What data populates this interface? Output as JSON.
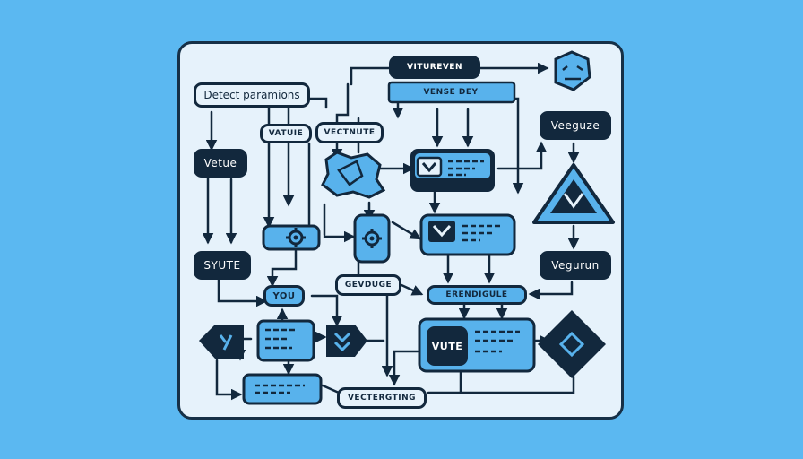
{
  "diagram": {
    "labels": {
      "detect": "Detect paramions",
      "vetue": "Vetue",
      "syute": "SYUTE",
      "vatuie": "VATUIE",
      "vectnute": "VECTNUTE",
      "vitureven": "VITUREVEN",
      "vense_dey": "VENSE DEY",
      "veeguze": "Veeguze",
      "vegurun": "Vegurun",
      "you": "YOU",
      "gevduge": "GEVDUGE",
      "erendigule": "ERENDIGULE",
      "vute": "VUTE",
      "vectergting": "VECTERGTING"
    },
    "icons": {
      "hex": "hexagon-face-icon",
      "gear": "gear-icon",
      "warning": "warning-triangle-icon",
      "diamond": "diamond-icon",
      "check": "check-icon",
      "chevron": "chevron-down-icon"
    },
    "colors": {
      "background": "#5bb8f1",
      "panel": "#e6f2fb",
      "dark": "#12283d",
      "accent": "#58b2ec"
    }
  }
}
